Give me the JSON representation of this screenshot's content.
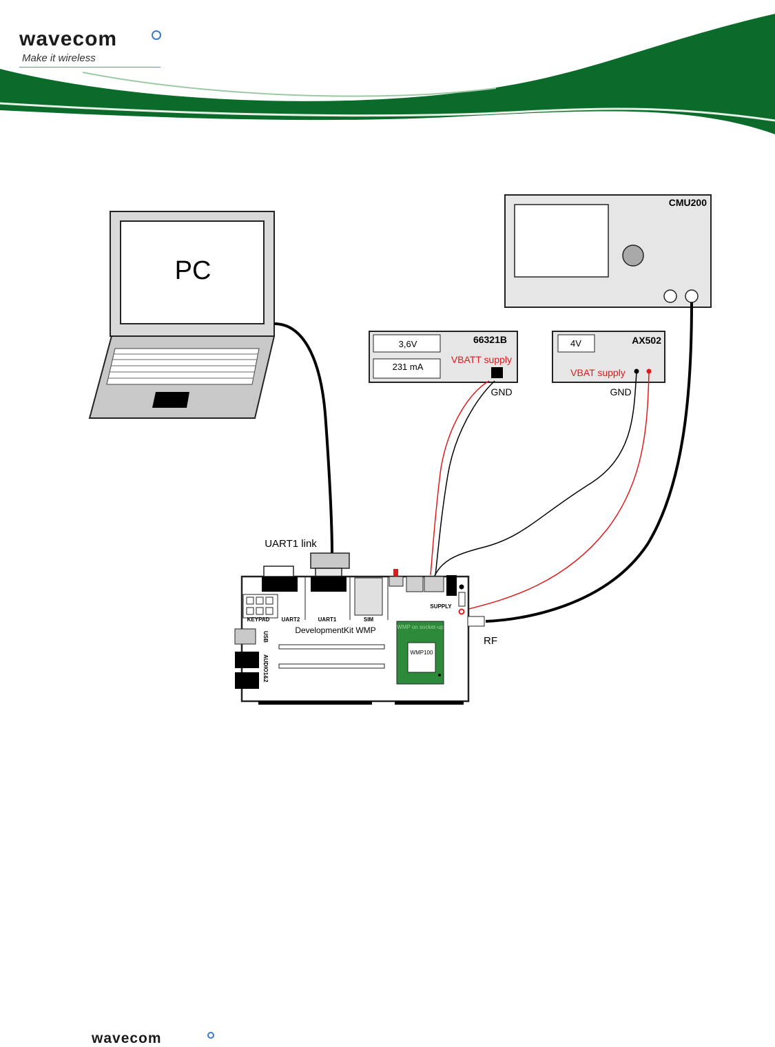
{
  "header": {
    "logo_text": "wavecom",
    "tagline": "Make it wireless"
  },
  "footer": {
    "logo_text": "wavecom"
  },
  "colors": {
    "brand_green": "#0a6b2b",
    "wire_red": "#e0191b",
    "panel_gray": "#e6e6e6",
    "wmp_green": "#2d8a3a"
  },
  "diagram": {
    "pc": {
      "label": "PC"
    },
    "cmu": {
      "label": "CMU200"
    },
    "supply1": {
      "model": "66321B",
      "voltage": "3,6V",
      "current": "231 mA",
      "caption": "VBATT supply",
      "gnd": "GND"
    },
    "supply2": {
      "model": "AX502",
      "voltage": "4V",
      "caption": "VBAT supply",
      "gnd": "GND"
    },
    "uart_link": "UART1 link",
    "rf": "RF",
    "board": {
      "title": "DevelopmentKit WMP",
      "keypad": "KEYPAD",
      "uart2": "UART2",
      "uart1": "UART1",
      "sim": "SIM",
      "supply": "SUPPLY",
      "usb": "USB",
      "audio": "AUDIO1&2",
      "socket": "WMP on socket-up",
      "module": "WMP100"
    }
  }
}
